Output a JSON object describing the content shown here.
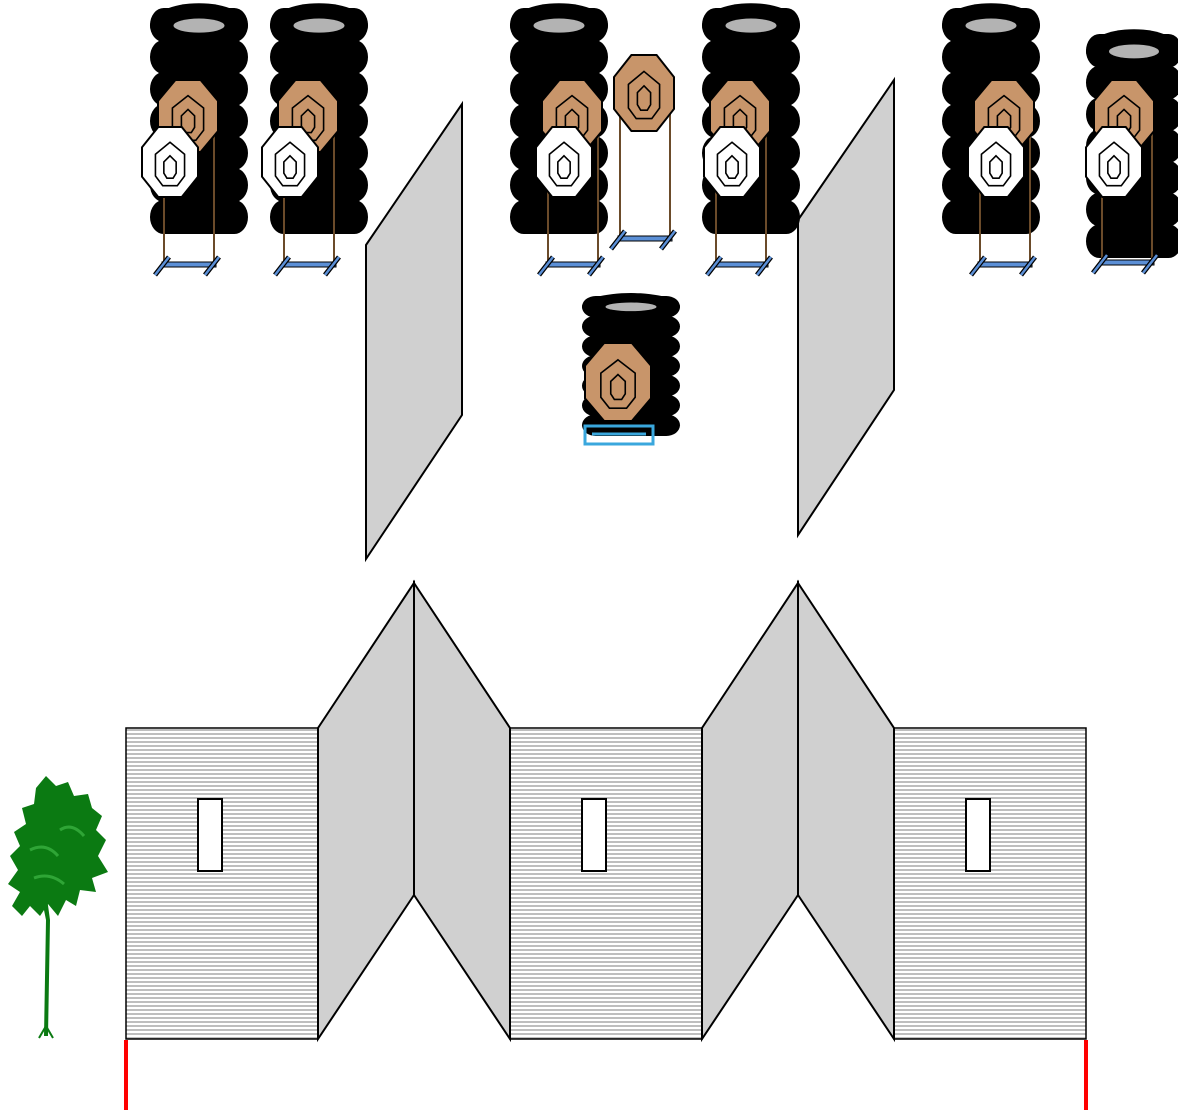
{
  "stage": {
    "background": "#ffffff",
    "description": ""
  },
  "colors": {
    "tire": "#000000",
    "tire_top": "#b3b3b3",
    "steel_target": "#c8956a",
    "no_shoot_target": "#ffffff",
    "stand": "#5b8fd6",
    "stand_cyan": "#3aa7dd",
    "wall_panel": "#d0d0d0",
    "wall_hatch_line": "#9a9a9a",
    "fault_line": "#ff0000",
    "tree": "#0b7a12"
  },
  "elements": {
    "tire_stacks": [
      "tire-stack",
      "tire-stack",
      "tire-stack",
      "tire-stack",
      "tire-stack",
      "tire-stack",
      "tire-stack"
    ],
    "steel_targets": [
      "steel-target",
      "steel-target",
      "steel-target",
      "steel-target",
      "steel-target",
      "steel-target",
      "steel-target",
      "steel-target"
    ],
    "no_shoot_targets": [
      "no-shoot-target",
      "no-shoot-target",
      "no-shoot-target",
      "no-shoot-target",
      "no-shoot-target",
      "no-shoot-target"
    ],
    "wall_sections": [
      "hatched-wall",
      "hatched-wall",
      "hatched-wall"
    ],
    "barrier_panels": [
      "barrier-panel",
      "barrier-panel",
      "barrier-panel",
      "barrier-panel",
      "barrier-panel",
      "barrier-panel"
    ],
    "free_panels": [
      "angled-panel",
      "angled-panel"
    ],
    "ports": [
      "window-port",
      "window-port",
      "window-port"
    ],
    "fault_lines": [
      "fault-line",
      "fault-line"
    ],
    "tree": "tree-icon"
  }
}
